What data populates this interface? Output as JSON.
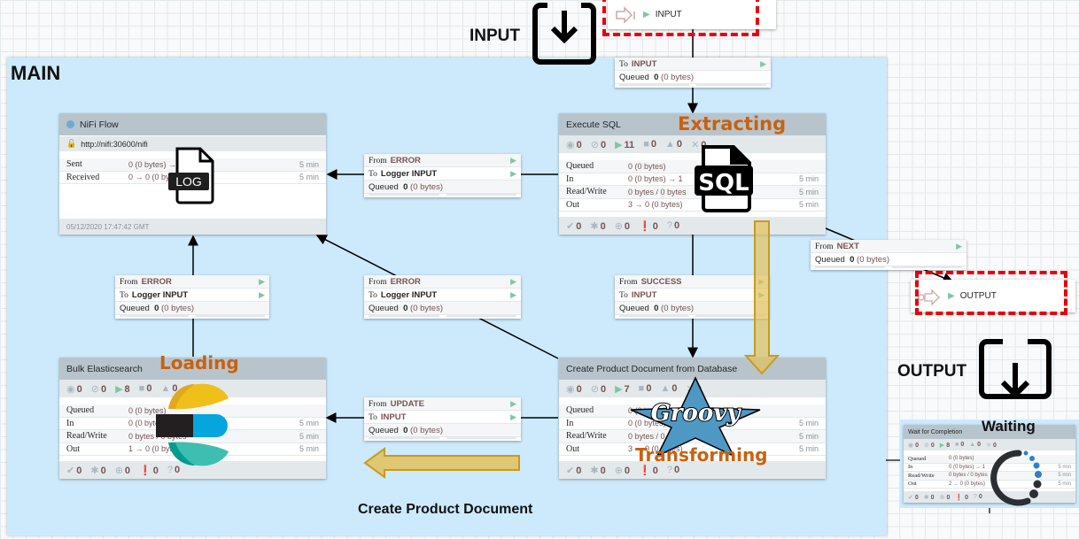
{
  "group": {
    "title": "MAIN"
  },
  "annotations": {
    "input_label": "INPUT",
    "output_label": "OUTPUT",
    "extracting": "Extracting",
    "loading": "Loading",
    "transforming": "Transforming",
    "waiting": "Waiting",
    "create_product_document": "Create Product Document",
    "log_badge": "LOG",
    "sql_badge": "SQL",
    "groovy_badge": "Groovy"
  },
  "input_port": {
    "name": "INPUT",
    "icon": "input-port-icon"
  },
  "output_port": {
    "name": "OUTPUT",
    "icon": "output-port-icon"
  },
  "remote_group": {
    "title": "NiFi Flow",
    "url": "http://nifi:30600/nifi",
    "rows": [
      {
        "label": "Sent",
        "value": "0 (0 bytes) → 1",
        "time": "5 min"
      },
      {
        "label": "Received",
        "value": "0 → 0 (0 bytes)",
        "time": "5 min"
      }
    ],
    "timestamp": "05/12/2020 17:47:42 GMT"
  },
  "processors": {
    "execute_sql": {
      "title": "Execute SQL",
      "stats": {
        "running_remote": "0",
        "not_transmitting": "0",
        "running": "11",
        "stopped": "0",
        "invalid": "0",
        "disabled": "0"
      },
      "rows": [
        {
          "label": "Queued",
          "value": "0 (0 bytes)",
          "time": ""
        },
        {
          "label": "In",
          "value": "0 (0 bytes) → 1",
          "time": "5 min"
        },
        {
          "label": "Read/Write",
          "value": "0 bytes / 0 bytes",
          "time": "5 min"
        },
        {
          "label": "Out",
          "value": "3 → 0 (0 bytes)",
          "time": "5 min"
        }
      ],
      "footer": {
        "up_to_date": "0",
        "locally_modified": "0",
        "stale": "0",
        "sync_failure": "0",
        "unknown": "0"
      }
    },
    "bulk_es": {
      "title": "Bulk Elasticsearch",
      "stats": {
        "running_remote": "0",
        "not_transmitting": "0",
        "running": "8",
        "stopped": "0",
        "invalid": "0",
        "disabled": "0"
      },
      "rows": [
        {
          "label": "Queued",
          "value": "0 (0 bytes)",
          "time": ""
        },
        {
          "label": "In",
          "value": "0 (0 bytes) → 1",
          "time": "5 min"
        },
        {
          "label": "Read/Write",
          "value": "0 bytes / 0 bytes",
          "time": "5 min"
        },
        {
          "label": "Out",
          "value": "1 → 0 (0 bytes)",
          "time": "5 min"
        }
      ],
      "footer": {
        "up_to_date": "0",
        "locally_modified": "0",
        "stale": "0",
        "sync_failure": "0",
        "unknown": "0"
      }
    },
    "create_doc": {
      "title": "Create Product Document from Database",
      "stats": {
        "running_remote": "0",
        "not_transmitting": "0",
        "running": "7",
        "stopped": "0",
        "invalid": "0",
        "disabled": "0"
      },
      "rows": [
        {
          "label": "Queued",
          "value": "0 (0 bytes)",
          "time": ""
        },
        {
          "label": "In",
          "value": "0 (0 bytes) → 1",
          "time": "5 min"
        },
        {
          "label": "Read/Write",
          "value": "0 bytes / 0 bytes",
          "time": "5 min"
        },
        {
          "label": "Out",
          "value": "3 → 0 (0 bytes)",
          "time": "5 min"
        }
      ],
      "footer": {
        "up_to_date": "0",
        "locally_modified": "0",
        "stale": "0",
        "sync_failure": "0",
        "unknown": "0"
      }
    },
    "wait": {
      "title": "Wait for Completion",
      "stats": {
        "running_remote": "0",
        "not_transmitting": "0",
        "running": "8",
        "stopped": "0",
        "invalid": "0",
        "disabled": "0"
      },
      "rows": [
        {
          "label": "Queued",
          "value": "0 (0 bytes)",
          "time": ""
        },
        {
          "label": "In",
          "value": "0 (0 bytes) → 1",
          "time": "5 min"
        },
        {
          "label": "Read/Write",
          "value": "0 bytes / 0 bytes",
          "time": "5 min"
        },
        {
          "label": "Out",
          "value": "2 → 0 (0 bytes)",
          "time": "5 min"
        }
      ],
      "footer": {
        "up_to_date": "0",
        "locally_modified": "0",
        "stale": "0",
        "sync_failure": "0",
        "unknown": "0"
      }
    }
  },
  "connections": {
    "to_input": {
      "to_label": "To",
      "to": "INPUT",
      "queued_label": "Queued",
      "queued": "0",
      "queued_bytes": "(0 bytes)"
    },
    "sql_error": {
      "from_label": "From",
      "from": "ERROR",
      "to_label": "To",
      "to": "Logger INPUT",
      "queued_label": "Queued",
      "queued": "0",
      "queued_bytes": "(0 bytes)"
    },
    "es_error": {
      "from_label": "From",
      "from": "ERROR",
      "to_label": "To",
      "to": "Logger INPUT",
      "queued_label": "Queued",
      "queued": "0",
      "queued_bytes": "(0 bytes)"
    },
    "doc_error": {
      "from_label": "From",
      "from": "ERROR",
      "to_label": "To",
      "to": "Logger INPUT",
      "queued_label": "Queued",
      "queued": "0",
      "queued_bytes": "(0 bytes)"
    },
    "sql_success": {
      "from_label": "From",
      "from": "SUCCESS",
      "to_label": "To",
      "to": "INPUT",
      "queued_label": "Queued",
      "queued": "0",
      "queued_bytes": "(0 bytes)"
    },
    "doc_update": {
      "from_label": "From",
      "from": "UPDATE",
      "to_label": "To",
      "to": "INPUT",
      "queued_label": "Queued",
      "queued": "0",
      "queued_bytes": "(0 bytes)"
    },
    "next": {
      "from_label": "From",
      "from": "NEXT",
      "queued_label": "Queued",
      "queued": "0",
      "queued_bytes": "(0 bytes)"
    }
  },
  "colors": {
    "group_bg": "#cdeafc",
    "header_bg": "#b8c4cb",
    "accent_orange": "#c8610f",
    "dashed_red": "#e8000b",
    "run_green": "#7dc7a0",
    "arrow_gold": "#e2cf7f"
  }
}
